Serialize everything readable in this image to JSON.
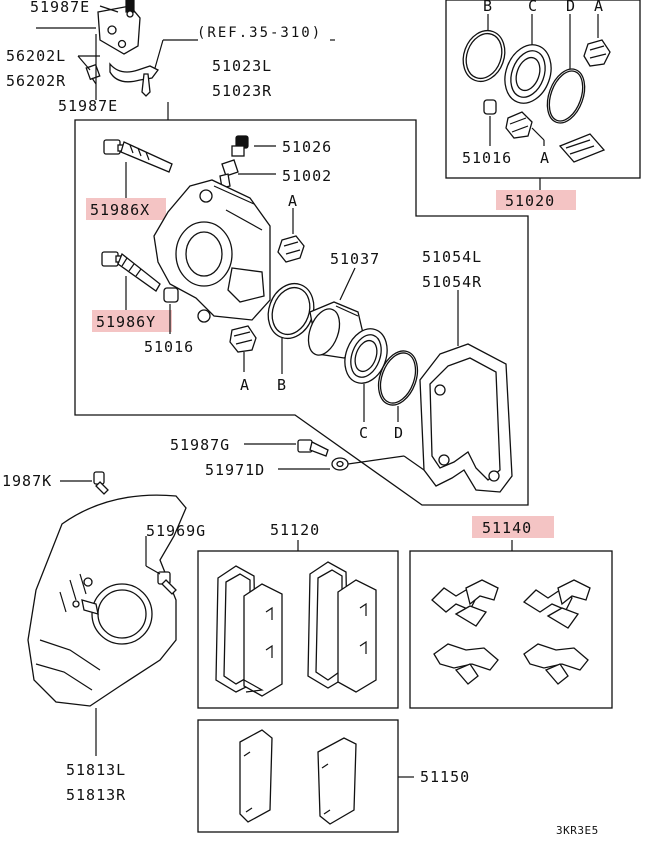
{
  "colors": {
    "line": "#111111",
    "highlight": "#f4c4c4",
    "background": "#ffffff"
  },
  "labels": {
    "p51987e_top": "51987E",
    "p56202l": "56202L",
    "p56202r": "56202R",
    "p51987e_bottom": "51987E",
    "ref": "(REF.35-310)",
    "p51023l": "51023L",
    "p51023r": "51023R",
    "p51026": "51026",
    "p51002": "51002",
    "p51986x": "51986X",
    "p51986y": "51986Y",
    "p51016_mid": "51016",
    "p51037": "51037",
    "p51054l": "51054L",
    "p51054r": "51054R",
    "p51987g": "51987G",
    "p51971d": "51971D",
    "p1987k": "1987K",
    "p51969g": "51969G",
    "p51120": "51120",
    "p51140": "51140",
    "p51813l": "51813L",
    "p51813r": "51813R",
    "p51150": "51150",
    "p51016_kit": "51016",
    "p51020": "51020",
    "code": "3KR3E5",
    "kit_b": "B",
    "kit_c": "C",
    "kit_d": "D",
    "kit_a": "A",
    "kit_a2": "A",
    "mid_a_top": "A",
    "mid_a_bottom": "A",
    "mid_b": "B",
    "mid_c": "C",
    "mid_d": "D"
  }
}
